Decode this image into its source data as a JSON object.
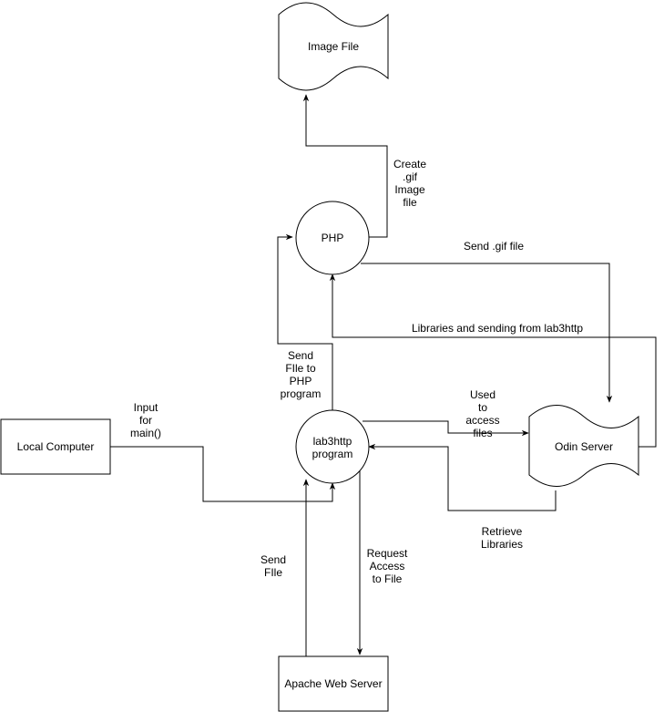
{
  "nodes": {
    "image_file": "Image File",
    "php": "PHP",
    "local_computer": "Local Computer",
    "lab3http": [
      "lab3http",
      "program"
    ],
    "odin_server": "Odin Server",
    "apache": "Apache Web Server"
  },
  "edges": {
    "create_gif": [
      "Create",
      ".gif",
      "Image",
      "file"
    ],
    "send_gif": "Send .gif file",
    "libraries_sending": "Libraries and sending from lab3http",
    "send_file_php": [
      "Send",
      "FIle to",
      "PHP",
      "program"
    ],
    "input_main": [
      "Input",
      "for",
      "main()"
    ],
    "used_access": [
      "Used",
      "to",
      "access",
      "files"
    ],
    "retrieve_libraries": [
      "Retrieve",
      "Libraries"
    ],
    "send_file": [
      "Send",
      "FIle"
    ],
    "request_access": [
      "Request",
      "Access",
      "to File"
    ]
  },
  "colors": {
    "stroke": "#000000",
    "fill": "#ffffff"
  }
}
